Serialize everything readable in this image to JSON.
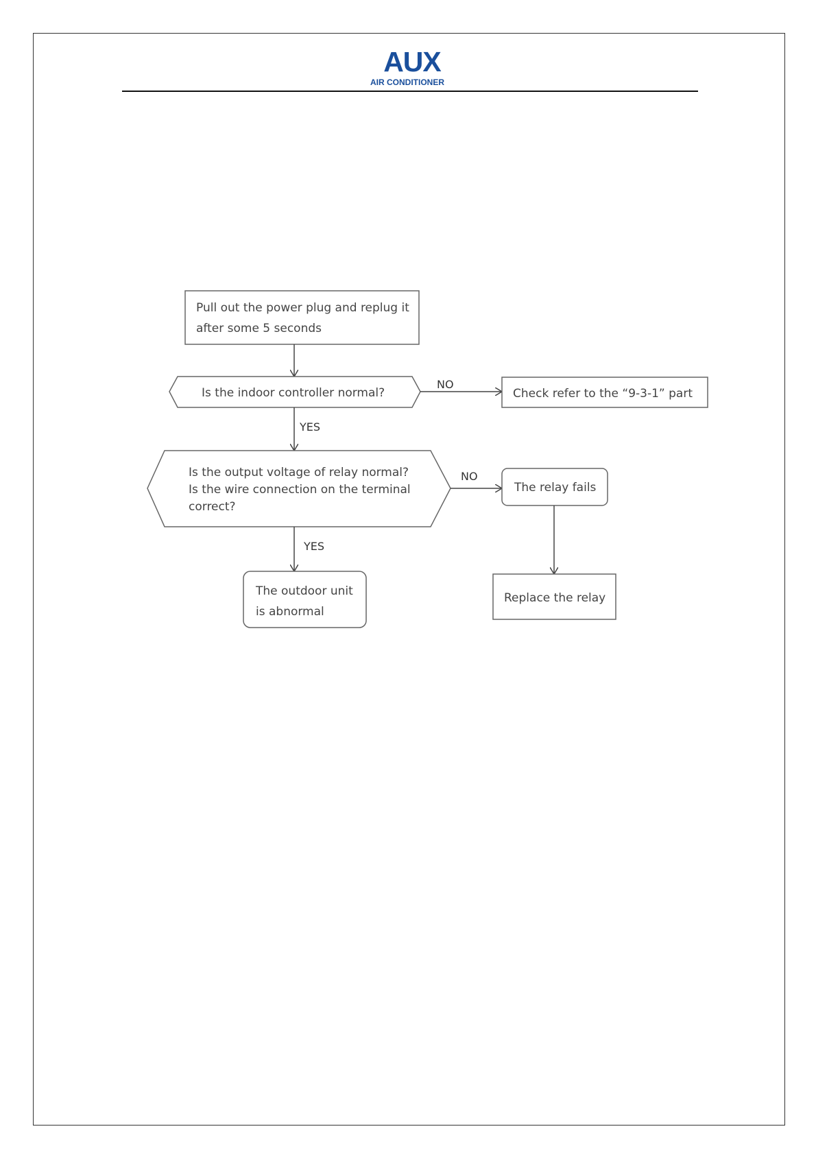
{
  "brand": {
    "name": "AUX",
    "tagline": "AIR CONDITIONER",
    "color": "#1a4f9c"
  },
  "flowchart": {
    "start": {
      "line1": "Pull out the power plug and replug it",
      "line2": "after some 5 seconds"
    },
    "decision1": {
      "text": "Is the indoor controller normal?"
    },
    "decision1_no_label": "NO",
    "decision1_yes_label": "YES",
    "check_refer": {
      "text": "Check refer to the “9-3-1” part"
    },
    "decision2": {
      "line1": "Is the output voltage of relay normal?",
      "line2": "Is the wire connection on the terminal",
      "line3": "correct?"
    },
    "decision2_no_label": "NO",
    "decision2_yes_label": "YES",
    "relay_fails": {
      "text": "The relay fails"
    },
    "outdoor_abnormal": {
      "line1": "The outdoor unit",
      "line2": "is abnormal"
    },
    "replace_relay": {
      "text": "Replace the relay"
    }
  }
}
